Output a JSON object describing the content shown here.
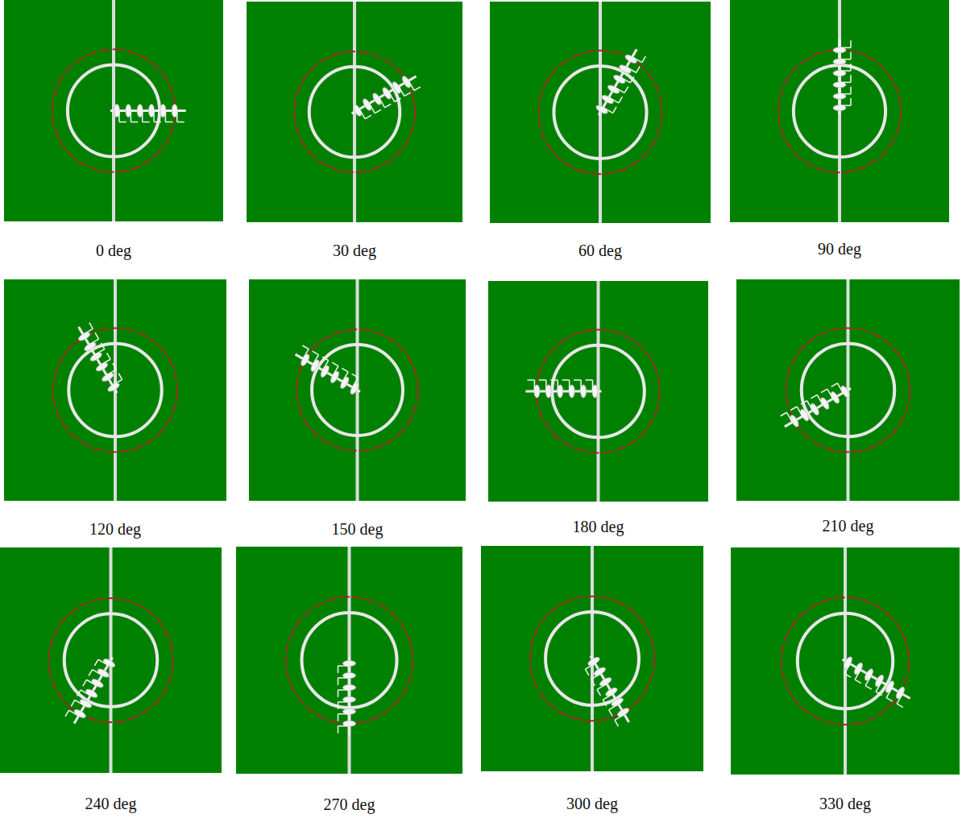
{
  "diagram": {
    "labels": [
      "0 deg",
      "30 deg",
      "60 deg",
      "90 deg",
      "120 deg",
      "150 deg",
      "180 deg",
      "210 deg",
      "240 deg",
      "270 deg",
      "300 deg",
      "330 deg"
    ]
  }
}
